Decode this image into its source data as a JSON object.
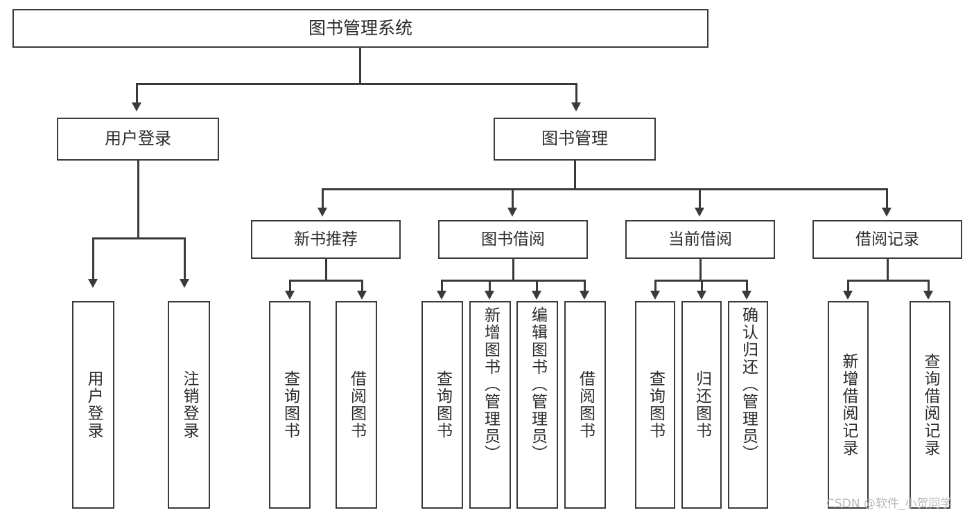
{
  "diagram": {
    "title": "图书管理系统",
    "type": "function-hierarchy-tree",
    "root": {
      "id": "root",
      "label": "图书管理系统"
    },
    "level2": [
      {
        "id": "user-login",
        "label": "用户登录"
      },
      {
        "id": "book-manage",
        "label": "图书管理"
      }
    ],
    "level3": [
      {
        "id": "new-book-rec",
        "label": "新书推荐"
      },
      {
        "id": "book-borrow",
        "label": "图书借阅"
      },
      {
        "id": "current-borrow",
        "label": "当前借阅"
      },
      {
        "id": "borrow-record",
        "label": "借阅记录"
      }
    ],
    "leaves": {
      "user_login": [
        {
          "id": "leaf-user-login",
          "label": "用户登录"
        },
        {
          "id": "leaf-logout",
          "label": "注销登录"
        }
      ],
      "new_book_rec": [
        {
          "id": "leaf-query-book-1",
          "label": "查询图书"
        },
        {
          "id": "leaf-borrow-book-1",
          "label": "借阅图书"
        }
      ],
      "book_borrow": [
        {
          "id": "leaf-query-book-2",
          "label": "查询图书"
        },
        {
          "id": "leaf-add-book",
          "label": "新增图书（管理员）"
        },
        {
          "id": "leaf-edit-book",
          "label": "编辑图书（管理员）"
        },
        {
          "id": "leaf-borrow-book-2",
          "label": "借阅图书"
        }
      ],
      "current_borrow": [
        {
          "id": "leaf-query-book-3",
          "label": "查询图书"
        },
        {
          "id": "leaf-return-book",
          "label": "归还图书"
        },
        {
          "id": "leaf-confirm-return",
          "label": "确认归还（管理员）"
        }
      ],
      "borrow_record": [
        {
          "id": "leaf-add-record",
          "label": "新增借阅记录"
        },
        {
          "id": "leaf-query-record",
          "label": "查询借阅记录"
        }
      ]
    }
  },
  "watermark": {
    "text": "CSDN @软件_小贺同学"
  },
  "colors": {
    "border": "#3a3a3a",
    "text": "#2b2b2b",
    "background": "#ffffff",
    "watermark": "#b9b9b9"
  }
}
